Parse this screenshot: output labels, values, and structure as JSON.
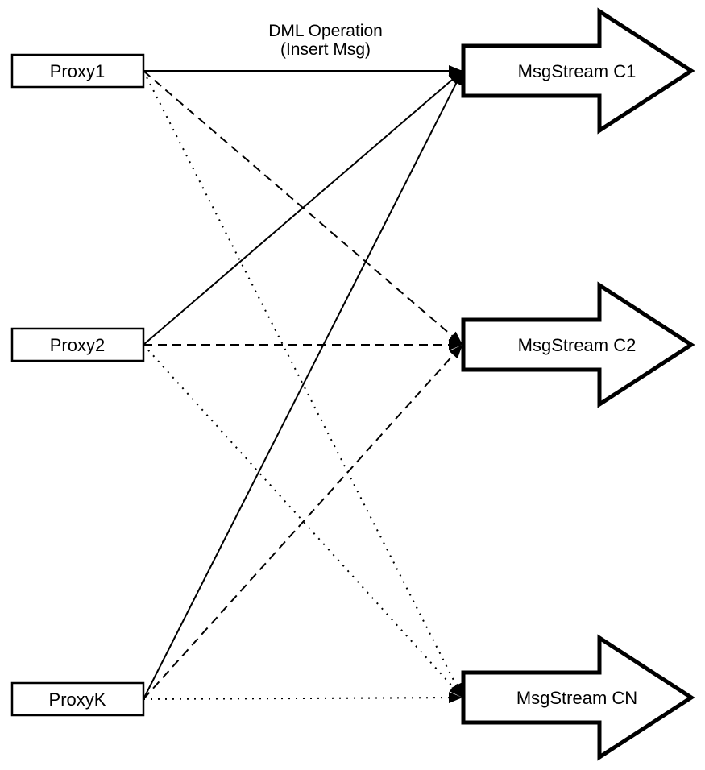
{
  "colors": {
    "stroke": "#000000",
    "fill": "#ffffff",
    "background": "#ffffff"
  },
  "annotation": {
    "line1": "DML Operation",
    "line2": "(Insert Msg)"
  },
  "proxies": [
    {
      "id": "proxy1",
      "label": "Proxy1"
    },
    {
      "id": "proxy2",
      "label": "Proxy2"
    },
    {
      "id": "proxyk",
      "label": "ProxyK"
    }
  ],
  "streams": [
    {
      "id": "c1",
      "label": "MsgStream C1"
    },
    {
      "id": "c2",
      "label": "MsgStream C2"
    },
    {
      "id": "cn",
      "label": "MsgStream CN"
    }
  ],
  "edges": [
    {
      "from": "proxy1",
      "to": "c1",
      "style": "solid"
    },
    {
      "from": "proxy2",
      "to": "c1",
      "style": "solid"
    },
    {
      "from": "proxyk",
      "to": "c1",
      "style": "solid"
    },
    {
      "from": "proxy1",
      "to": "c2",
      "style": "dashed"
    },
    {
      "from": "proxy2",
      "to": "c2",
      "style": "dashed"
    },
    {
      "from": "proxyk",
      "to": "c2",
      "style": "dashed"
    },
    {
      "from": "proxy1",
      "to": "cn",
      "style": "dotted"
    },
    {
      "from": "proxy2",
      "to": "cn",
      "style": "dotted"
    },
    {
      "from": "proxyk",
      "to": "cn",
      "style": "dotted"
    }
  ]
}
